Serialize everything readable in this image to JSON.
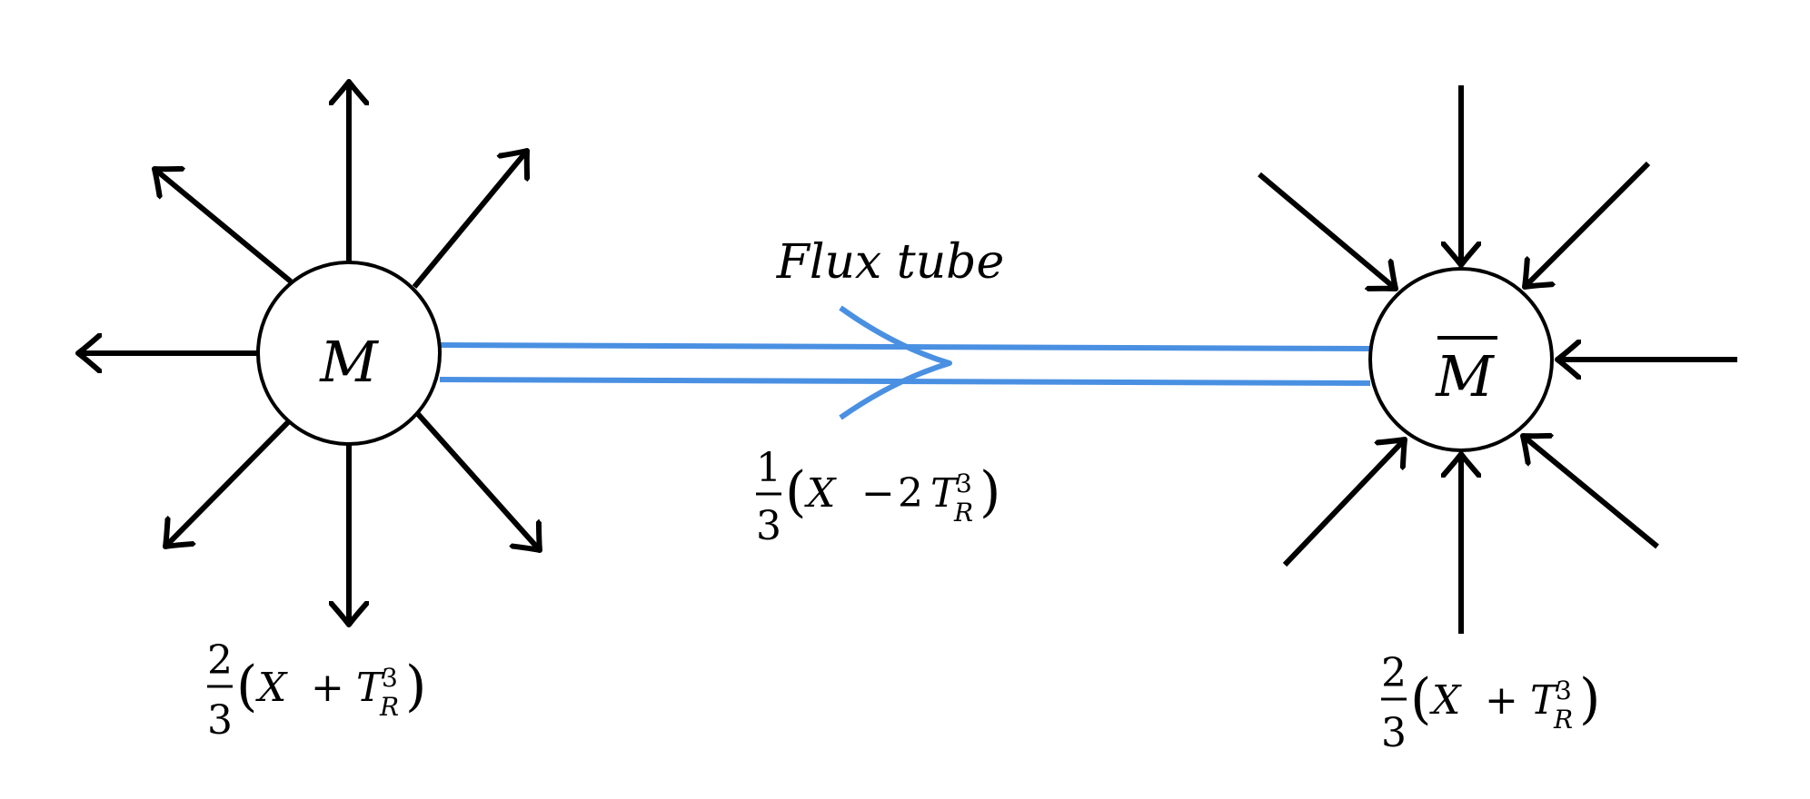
{
  "diagram": {
    "left_node": {
      "label": "M",
      "charge": {
        "numerator": "2",
        "denominator": "3",
        "open": "(",
        "x": "X",
        "op": "+",
        "coef": "",
        "T": "T",
        "sup": "3",
        "sub": "R",
        "close": ")"
      }
    },
    "right_node": {
      "label": "M",
      "overline": true,
      "charge": {
        "numerator": "2",
        "denominator": "3",
        "open": "(",
        "x": "X",
        "op": "+",
        "coef": "",
        "T": "T",
        "sup": "3",
        "sub": "R",
        "close": ")"
      }
    },
    "flux_tube": {
      "label": "Flux tube",
      "charge": {
        "numerator": "1",
        "denominator": "3",
        "open": "(",
        "x": "X",
        "op": "−",
        "coef": "2",
        "T": "T",
        "sup": "3",
        "sub": "R",
        "close": ")"
      }
    },
    "colors": {
      "tube": "#4a90e2",
      "stroke": "#000000",
      "background": "#ffffff"
    }
  }
}
